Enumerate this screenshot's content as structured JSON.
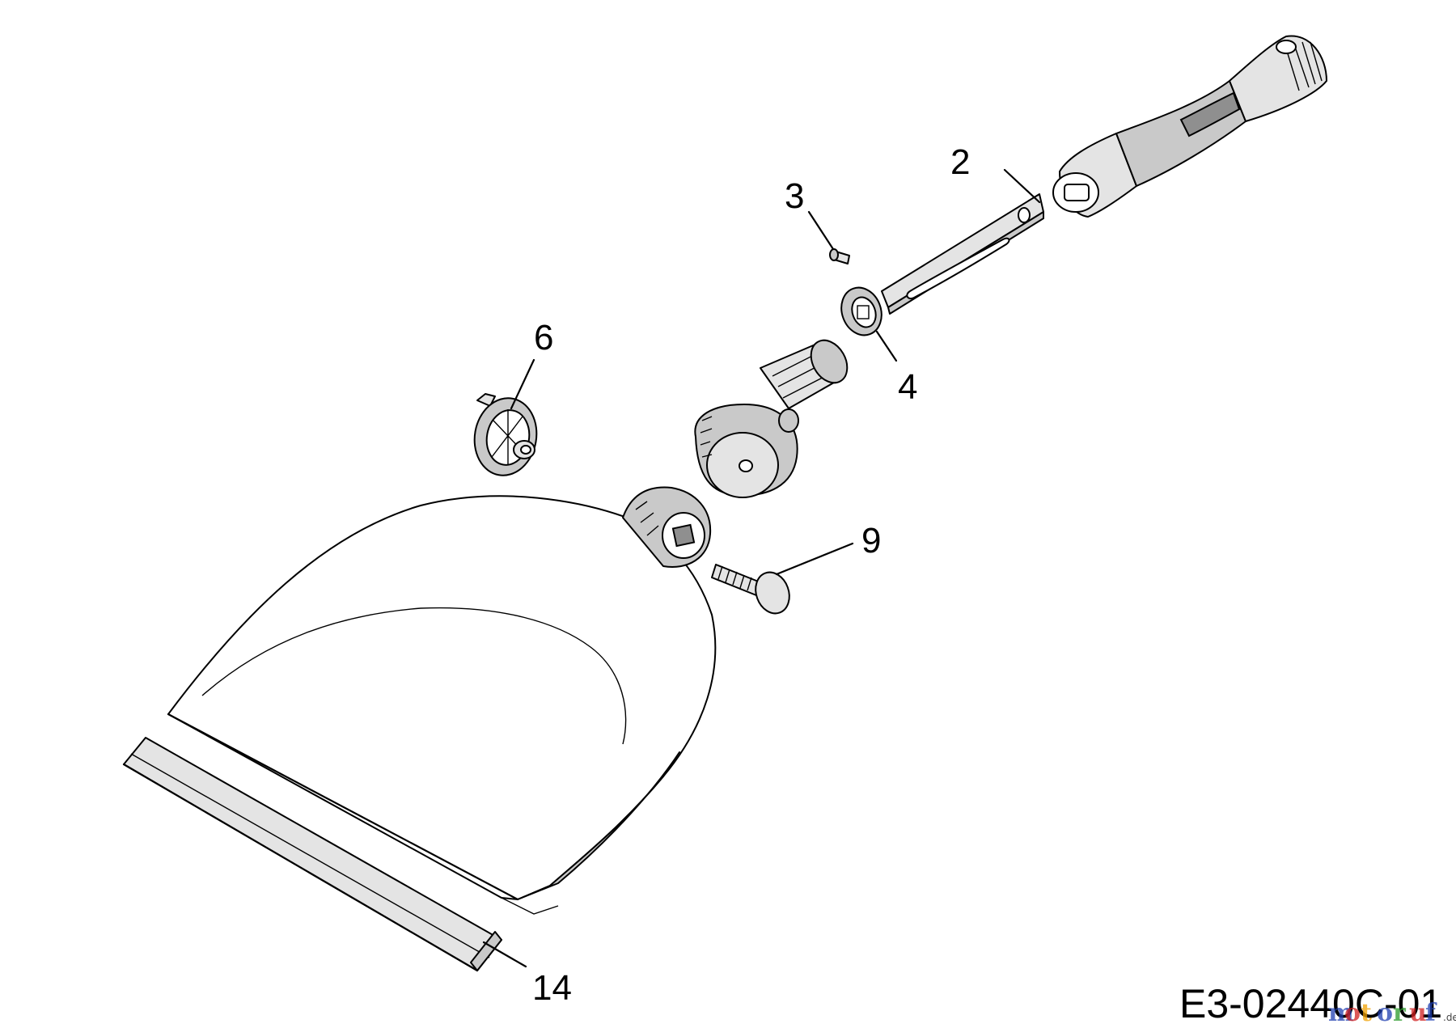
{
  "callouts": {
    "c2": "2",
    "c3": "3",
    "c4": "4",
    "c6": "6",
    "c9": "9",
    "c14": "14"
  },
  "reference_code": "E3-02440C-01",
  "watermark": "motoruf",
  "watermark_tld": ".de",
  "watermark_colors": [
    "#1f3fb0",
    "#d02020",
    "#f0a000",
    "#1f3fb0",
    "#2a9a2a",
    "#d02020",
    "#1f3fb0"
  ]
}
